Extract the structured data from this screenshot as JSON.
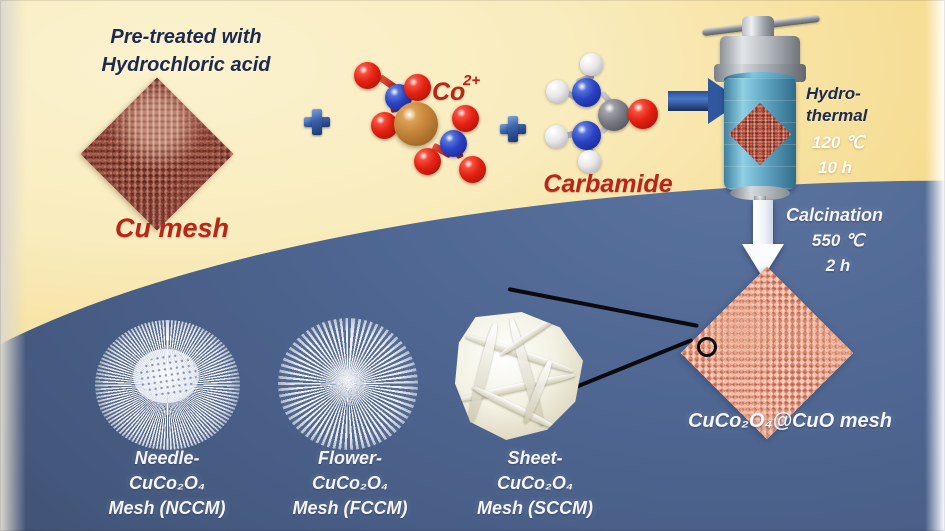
{
  "figure": {
    "type": "synthesis-scheme",
    "title": "Synthesis scheme of CuCo2O4@CuO mesh electrodes",
    "panels": [
      "precursor-step (yellow)",
      "product-step (blue)"
    ]
  },
  "colors": {
    "yellow_bg": "#f6dd93",
    "blue_bg": "#4d6590",
    "copper_mesh": "#8d4c41",
    "product_mesh": "#e8a48e",
    "red_text": "#b8261a",
    "navy_text": "#1d2a4d",
    "white_text": "#f4f6fb",
    "cobalt_atom": "#c8873c",
    "oxygen_atom": "#e52212",
    "nitrogen_atom": "#2b43c4",
    "carbon_atom": "#7c7c84",
    "hydrogen_atom": "#e8e8ea",
    "arrow_blue": "#31589f",
    "autoclave_body": "#63a9c6"
  },
  "top": {
    "pretreat_line1": "Pre-treated with",
    "pretreat_line2": "Hydrochloric acid",
    "cu_mesh_label": "Cu mesh",
    "cobalt_ion_label": "Co",
    "cobalt_ion_charge": "2+",
    "carbamide_label": "Carbamide",
    "plus_sign_1": "+",
    "plus_sign_2": "+",
    "arrow_to_autoclave": "→"
  },
  "autoclave": {
    "process_line1": "Hydro-",
    "process_line2": "thermal",
    "temperature": "120 ℃",
    "duration": "10 h"
  },
  "calcination": {
    "label": "Calcination",
    "temperature": "550 ℃",
    "duration": "2 h"
  },
  "product": {
    "label": "CuCo₂O₄@CuO mesh"
  },
  "morphologies": [
    {
      "id": "needle",
      "line1": "Needle-",
      "line2": "CuCo₂O₄",
      "line3": "Mesh (NCCM)",
      "abbreviation": "NCCM"
    },
    {
      "id": "flower",
      "line1": "Flower-",
      "line2": "CuCo₂O₄",
      "line3": "Mesh (FCCM)",
      "abbreviation": "FCCM"
    },
    {
      "id": "sheet",
      "line1": "Sheet-",
      "line2": "CuCo₂O₄",
      "line3": "Mesh (SCCM)",
      "abbreviation": "SCCM"
    }
  ]
}
